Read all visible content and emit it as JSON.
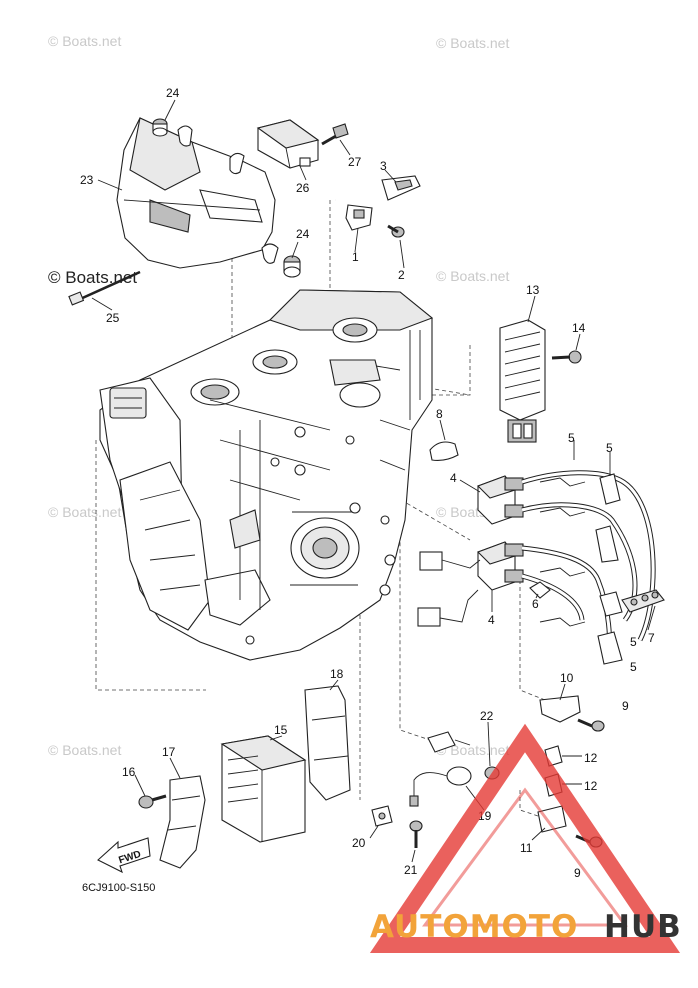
{
  "watermarks": [
    "© Boats.net",
    "© Boats.net",
    "© Boats.net",
    "© Boats.net",
    "© Boats.net",
    "© Boats.net",
    "© Boats.net",
    "© Boats.net"
  ],
  "part_numbers": [
    "1",
    "2",
    "3",
    "4",
    "4",
    "5",
    "5",
    "5",
    "5",
    "6",
    "7",
    "8",
    "9",
    "9",
    "10",
    "11",
    "12",
    "12",
    "13",
    "14",
    "15",
    "16",
    "17",
    "18",
    "19",
    "20",
    "21",
    "22",
    "23",
    "24",
    "24",
    "25",
    "26",
    "27"
  ],
  "diagram_code": "6CJ9100-S150",
  "direction_label": "FWD",
  "brand_logo": {
    "text_left": "AUTOMOTO",
    "text_right": "HUB",
    "color_left": "#f2a33a",
    "color_right": "#333333",
    "triangle_color": "#e53935"
  },
  "colors": {
    "line": "#222222",
    "watermark": "#c9c9c9"
  }
}
